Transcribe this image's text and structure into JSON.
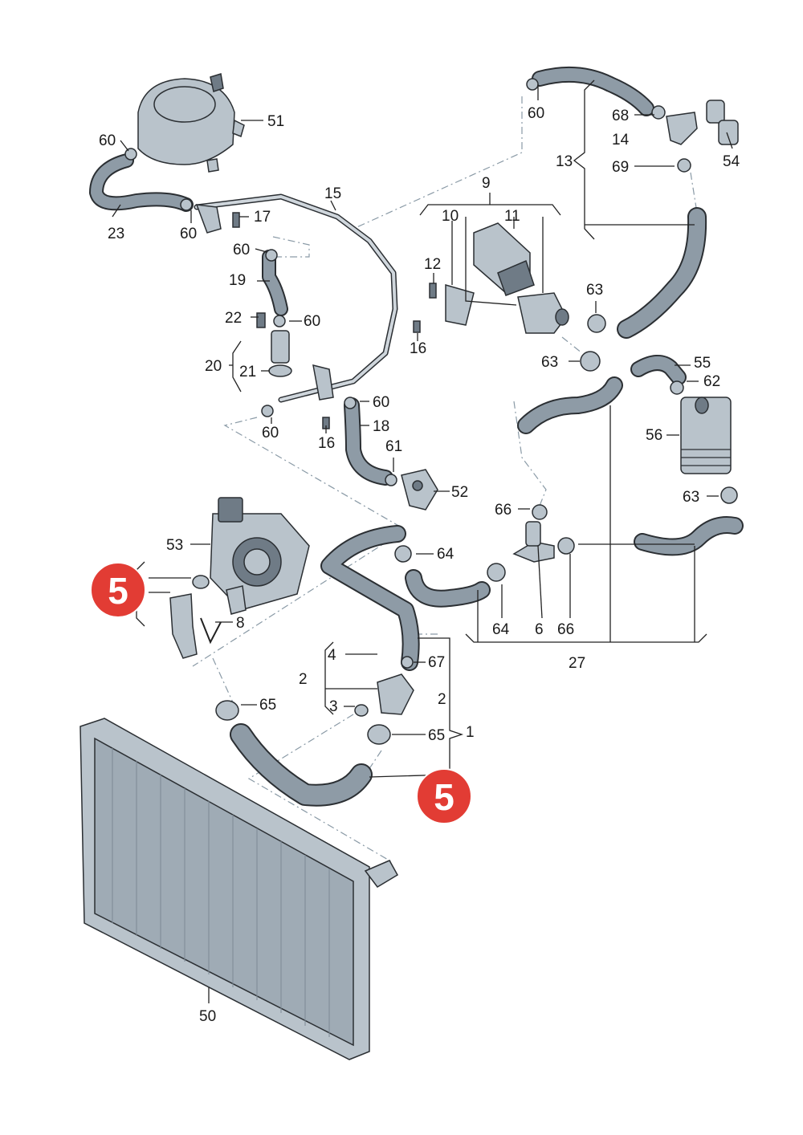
{
  "callouts": {
    "c1": "1",
    "c2a": "2",
    "c2b": "2",
    "c3": "3",
    "c4": "4",
    "c6": "6",
    "c8": "8",
    "c9": "9",
    "c10": "10",
    "c11": "11",
    "c12": "12",
    "c13": "13",
    "c14": "14",
    "c15": "15",
    "c16a": "16",
    "c16b": "16",
    "c17": "17",
    "c18": "18",
    "c19": "19",
    "c20": "20",
    "c21": "21",
    "c22": "22",
    "c23": "23",
    "c27": "27",
    "c50": "50",
    "c51": "51",
    "c52": "52",
    "c53": "53",
    "c54": "54",
    "c55": "55",
    "c56": "56",
    "c60a": "60",
    "c60b": "60",
    "c60c": "60",
    "c60d": "60",
    "c60e": "60",
    "c60f": "60",
    "c60g": "60",
    "c61": "61",
    "c62": "62",
    "c63a": "63",
    "c63b": "63",
    "c63c": "63",
    "c64a": "64",
    "c64b": "64",
    "c65a": "65",
    "c65b": "65",
    "c66a": "66",
    "c66b": "66",
    "c67": "67",
    "c68": "68",
    "c69": "69"
  },
  "badges": {
    "left": "5",
    "bottom": "5"
  },
  "colors": {
    "badge": "#e23c34",
    "part": "#b9c3cb",
    "hose": "#8e9ba6",
    "outline": "#2b2f33"
  }
}
